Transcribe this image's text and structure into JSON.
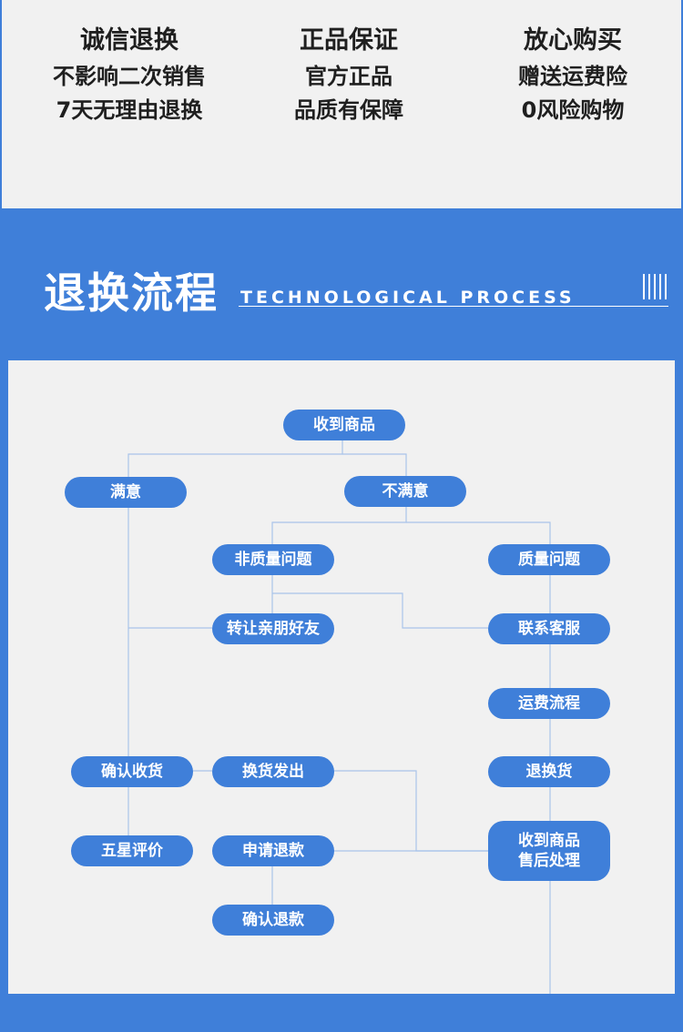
{
  "promos": [
    {
      "heading": "诚信退换",
      "line1": "不影响二次销售",
      "line2": "7天无理由退换"
    },
    {
      "heading": "正品保证",
      "line1": "官方正品",
      "line2": "品质有保障"
    },
    {
      "heading": "放心购买",
      "line1": "赠送运费险",
      "line2": "0风险购物"
    }
  ],
  "section": {
    "title": "退换流程",
    "subtitle": "TECHNOLOGICAL PROCESS"
  },
  "flow": {
    "received": "收到商品",
    "satisfied": "满意",
    "unsatisfied": "不满意",
    "non_quality": "非质量问题",
    "quality": "质量问题",
    "transfer": "转让亲朋好友",
    "contact_cs": "联系客服",
    "shipping": "运费流程",
    "return_exchange": "退换货",
    "confirm_receipt": "确认收货",
    "exchange_shipped": "换货发出",
    "five_star": "五星评价",
    "apply_refund": "申请退款",
    "after_sale_l1": "收到商品",
    "after_sale_l2": "售后处理",
    "confirm_refund": "确认退款"
  },
  "colors": {
    "primary": "#3f7fd9",
    "panel": "#f1f1f1",
    "connector": "#a9c4ea"
  }
}
